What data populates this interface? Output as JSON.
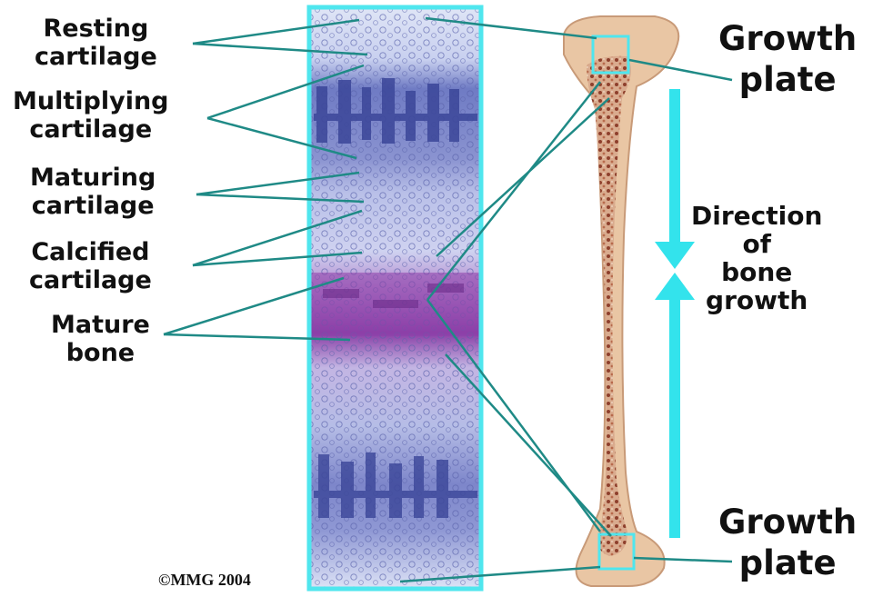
{
  "labels": {
    "resting": {
      "line1": "Resting",
      "line2": "cartilage"
    },
    "multiplying": {
      "line1": "Multiplying",
      "line2": "cartilage"
    },
    "maturing": {
      "line1": "Maturing",
      "line2": "cartilage"
    },
    "calcified": {
      "line1": "Calcified",
      "line2": "cartilage"
    },
    "mature_bone": {
      "line1": "Mature",
      "line2": "bone"
    },
    "growth_plate_top": {
      "line1": "Growth",
      "line2": "plate"
    },
    "growth_plate_bottom": {
      "line1": "Growth",
      "line2": "plate"
    },
    "direction": {
      "line1": "Direction",
      "line2": "of",
      "line3": "bone",
      "line4": "growth"
    }
  },
  "copyright": "©MMG 2004",
  "colors": {
    "frame": "#4fe6ee",
    "leader": "#1f8a86",
    "arrow": "#33e3ec",
    "bone": "#e9c6a4",
    "marrow": "#a8553d",
    "tissue_blue": "#a9b3e2",
    "tissue_dark": "#3f4a9e",
    "tissue_purple": "#9a52b2"
  }
}
